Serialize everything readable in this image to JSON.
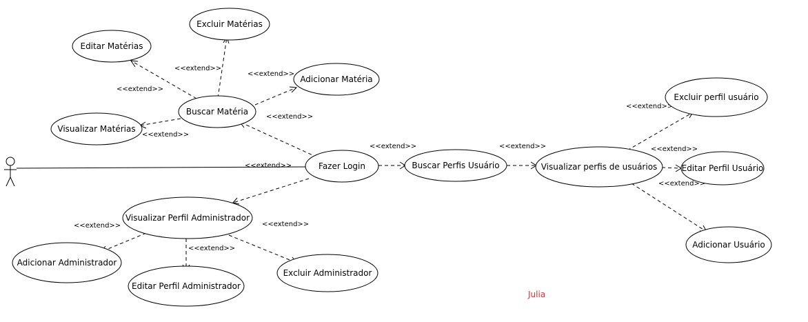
{
  "use_cases": {
    "fazer_login": "Fazer Login",
    "buscar_materia": "Buscar Matéria",
    "editar_materias": "Editar Matérias",
    "excluir_materias": "Excluir Matérias",
    "adicionar_materia": "Adicionar Matéria",
    "visualizar_materias": "Visualizar Matérias",
    "buscar_perfis_usuario": "Buscar Perfis Usuário",
    "visualizar_perfis_usuarios": "Visualizar perfis de usuários",
    "excluir_perfil_usuario": "Excluir perfil usuário",
    "editar_perfil_usuario": "Editar Perfil Usuário",
    "adicionar_usuario": "Adicionar Usuário",
    "visualizar_perfil_administrador": "Visualizar Perfil Administrador",
    "adicionar_administrador": "Adicionar Administrador",
    "editar_perfil_administrador": "Editar Perfil Administrador",
    "excluir_administrador": "Excluir Administrador"
  },
  "stereotype": "<<extend>>",
  "author": {
    "name": "Julia",
    "color": "#e03030"
  }
}
